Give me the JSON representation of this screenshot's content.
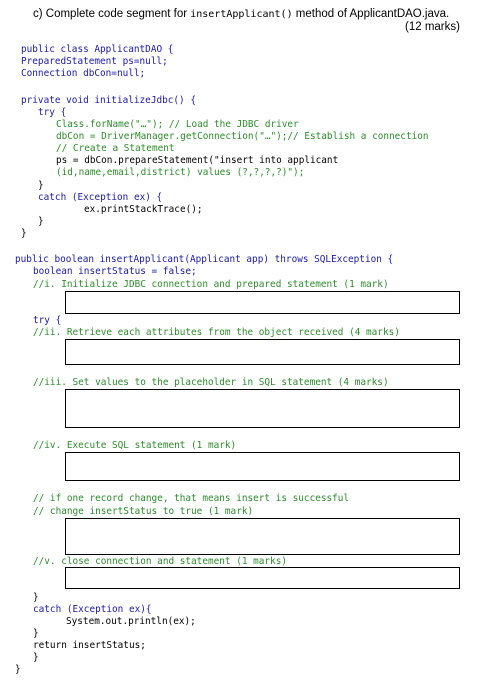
{
  "question": {
    "label": "c)  Complete code segment for ",
    "method": "insertApplicant()",
    "label_after": " method of ApplicantDAO.java.",
    "marks": "(12 marks)"
  },
  "code": {
    "l1": "public class ApplicantDAO {",
    "l2": "PreparedStatement ps=null;",
    "l3": "Connection dbCon=null;",
    "l4": "private void initializeJdbc() {",
    "l5": "try {",
    "l6": "Class.forName(\"…\"); // Load the JDBC driver",
    "l7": "dbCon = DriverManager.getConnection(\"…\");// Establish a connection",
    "l8": "// Create a Statement",
    "l9": "ps = dbCon.prepareStatement(\"insert into applicant",
    "l10": "(id,name,email,district) values (?,?,?,?)\");",
    "l11": "}",
    "l12": "catch (Exception ex) {",
    "l13": "ex.printStackTrace();",
    "l14": "}",
    "l15": "}",
    "l16": "public boolean insertApplicant(Applicant app) throws SQLException {",
    "l17": "boolean insertStatus = false;",
    "l18": "//i. Initialize JDBC connection and prepared statement (1 mark)",
    "l19": "try {",
    "l20": "//ii. Retrieve each attributes from the object received (4 marks)",
    "l21": "//iii. Set values to the placeholder in SQL statement (4 marks)",
    "l22": "//iv. Execute SQL statement (1 mark)",
    "l23": "// if one record change, that means insert is successful",
    "l24": "// change insertStatus to true (1 mark)",
    "l25": "//v. close connection and statement (1 marks)",
    "l26": "}",
    "l27": "catch (Exception ex){",
    "l28": "System.out.println(ex);",
    "l29": "}",
    "l30": "return insertStatus;",
    "l31": "}",
    "l32": "}"
  }
}
